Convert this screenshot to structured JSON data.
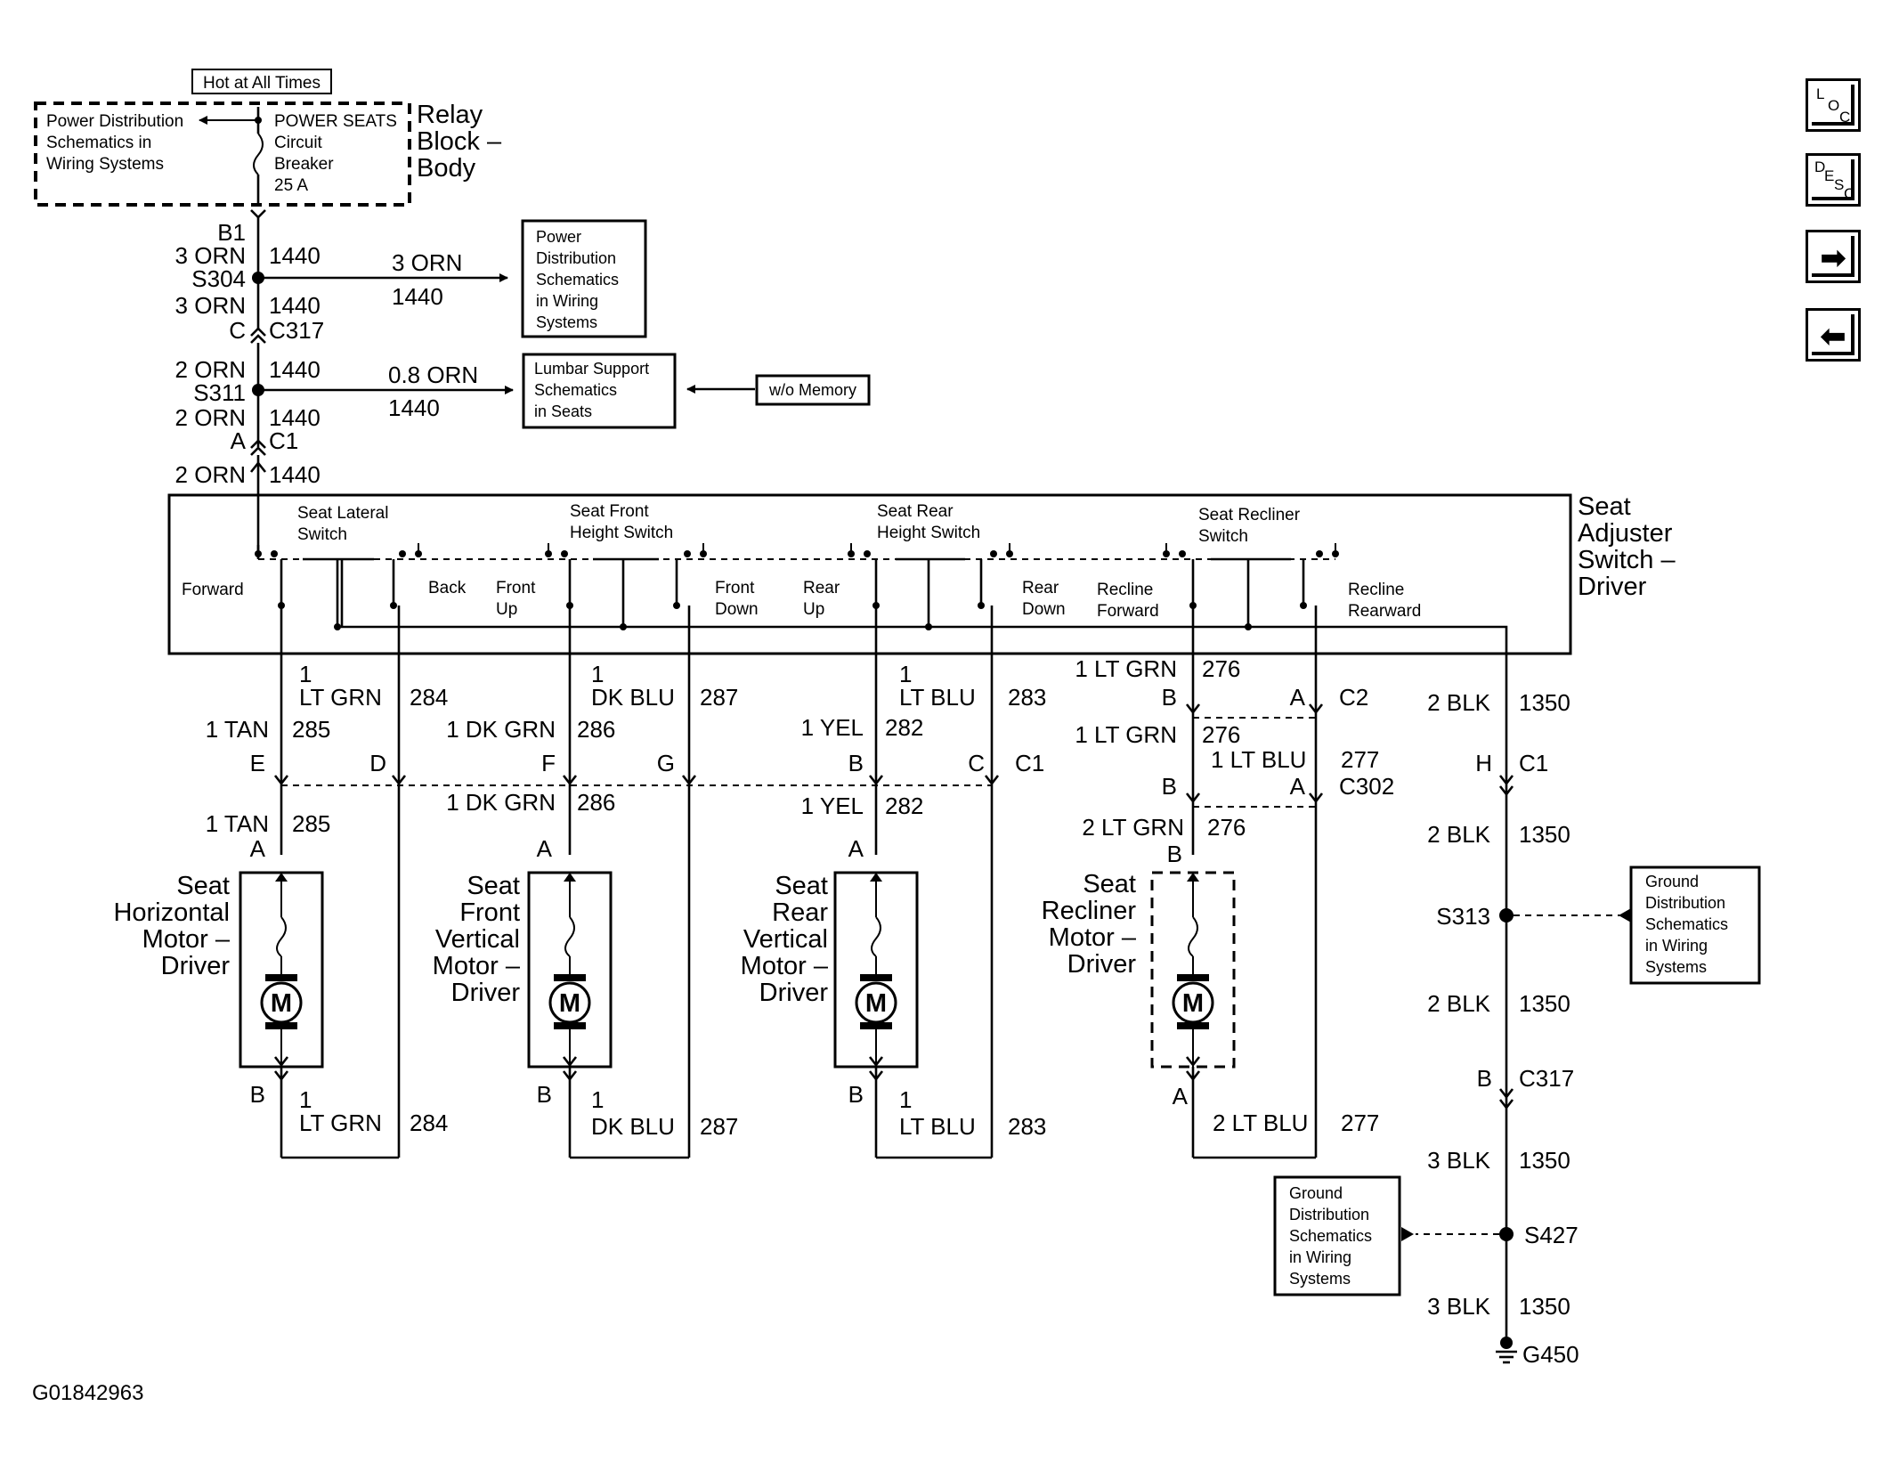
{
  "header": {
    "hot": "Hot at All Times",
    "pd_top": [
      "Power Distribution",
      "Schematics in",
      "Wiring Systems"
    ],
    "breaker": [
      "POWER SEATS",
      "Circuit",
      "Breaker",
      "25 A"
    ],
    "relay": [
      "Relay",
      "Block –",
      "Body"
    ]
  },
  "feed": {
    "b1": "B1",
    "w1": "3 ORN",
    "c1440": "1440",
    "s304": "S304",
    "w2": "3 ORN",
    "c": "C",
    "c317": "C317",
    "w3": "2 ORN",
    "s311": "S311",
    "w4": "2 ORN",
    "a": "A",
    "c1": "C1",
    "w5": "2 ORN",
    "branch1_wire": "3 ORN",
    "branch2_wire": "0.8 ORN"
  },
  "refs": {
    "pd_mid": [
      "Power",
      "Distribution",
      "Schematics",
      "in Wiring",
      "Systems"
    ],
    "lumbar": [
      "Lumbar Support",
      "Schematics",
      "in Seats"
    ],
    "wo_memory": "w/o Memory",
    "ground1": [
      "Ground",
      "Distribution",
      "Schematics",
      "in Wiring",
      "Systems"
    ],
    "ground2": [
      "Ground",
      "Distribution",
      "Schematics",
      "in Wiring",
      "Systems"
    ]
  },
  "switch": {
    "title": [
      "Seat",
      "Adjuster",
      "Switch –",
      "Driver"
    ],
    "lateral": [
      "Seat Lateral",
      "Switch"
    ],
    "front_height": [
      "Seat Front",
      "Height Switch"
    ],
    "rear_height": [
      "Seat Rear",
      "Height Switch"
    ],
    "recliner": [
      "Seat Recliner",
      "Switch"
    ],
    "forward": "Forward",
    "back": "Back",
    "front_up": [
      "Front",
      "Up"
    ],
    "front_down": [
      "Front",
      "Down"
    ],
    "rear_up": [
      "Rear",
      "Up"
    ],
    "rear_down": [
      "Rear",
      "Down"
    ],
    "recline_forward": [
      "Recline",
      "Forward"
    ],
    "recline_rearward": [
      "Recline",
      "Rearward"
    ]
  },
  "wires": {
    "one": "1",
    "lt_grn": "LT GRN",
    "dk_blu": "DK BLU",
    "lt_blu": "LT BLU",
    "tan": "1 TAN",
    "dk_grn": "1 DK GRN",
    "yel": "1 YEL",
    "lt_grn_1": "1 LT GRN",
    "lt_blu_1": "1 LT BLU",
    "lt_grn_2": "2 LT GRN",
    "lt_blu_2": "2 LT BLU",
    "blk2": "2 BLK",
    "blk3": "3 BLK",
    "c284": "284",
    "c285": "285",
    "c286": "286",
    "c287": "287",
    "c282": "282",
    "c283": "283",
    "c276": "276",
    "c277": "277",
    "c1350": "1350"
  },
  "connectors": {
    "E": "E",
    "D": "D",
    "F": "F",
    "G": "G",
    "B": "B",
    "C": "C",
    "A": "A",
    "H": "H",
    "C1": "C1",
    "C2": "C2",
    "C302": "C302",
    "C317": "C317",
    "S313": "S313",
    "S427": "S427",
    "G450": "G450"
  },
  "motors": {
    "horizontal": [
      "Seat",
      "Horizontal",
      "Motor –",
      "Driver"
    ],
    "front_vertical": [
      "Seat",
      "Front",
      "Vertical",
      "Motor –",
      "Driver"
    ],
    "rear_vertical": [
      "Seat",
      "Rear",
      "Vertical",
      "Motor –",
      "Driver"
    ],
    "recliner": [
      "Seat",
      "Recliner",
      "Motor –",
      "Driver"
    ],
    "symbol": "M"
  },
  "footer": {
    "figure_id": "G01842963"
  },
  "nav": {
    "loc": [
      "L",
      "O",
      "C"
    ],
    "desc": [
      "D",
      "E",
      "S",
      "C"
    ],
    "next": "➡",
    "prev": "⬅"
  }
}
